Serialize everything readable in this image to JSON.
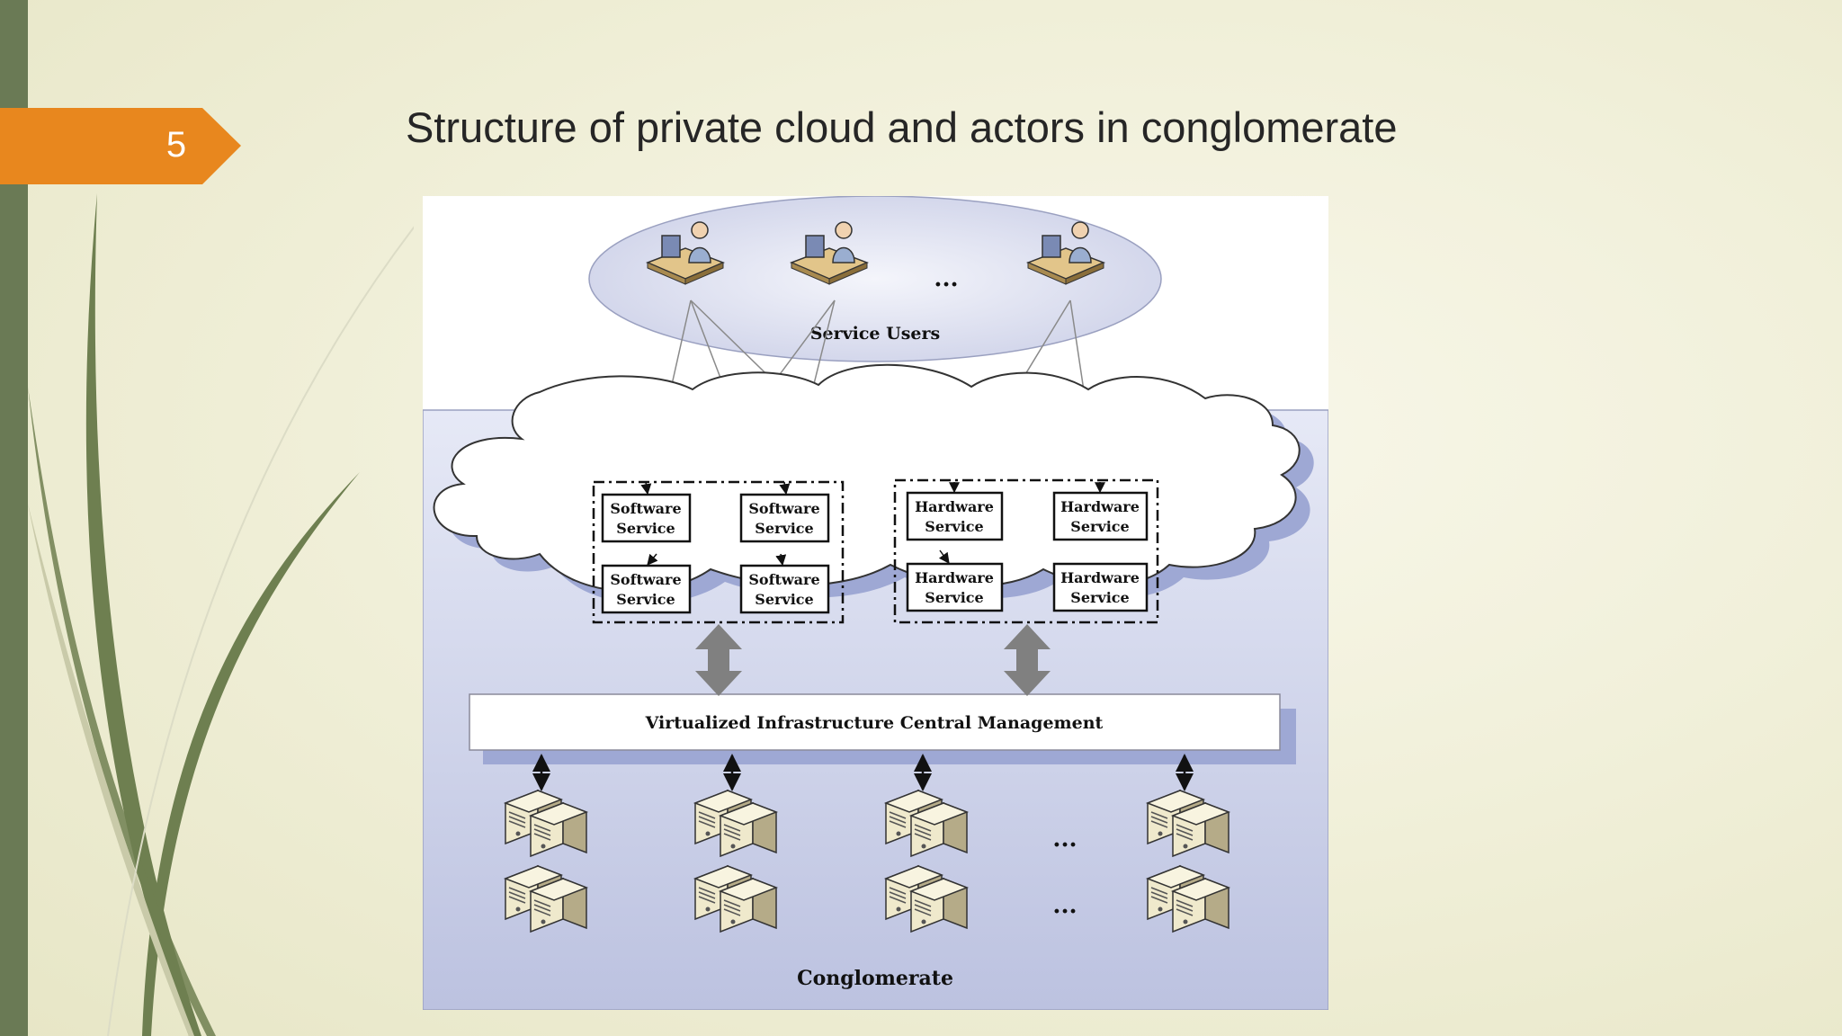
{
  "slide": {
    "number": "5",
    "title": "Structure of private cloud and actors in conglomerate"
  },
  "diagram": {
    "users_label": "Service Users",
    "users_ellipsis": "...",
    "software_services": [
      [
        "Software",
        "Service"
      ],
      [
        "Software",
        "Service"
      ],
      [
        "Software",
        "Service"
      ],
      [
        "Software",
        "Service"
      ]
    ],
    "hardware_services": [
      [
        "Hardware",
        "Service"
      ],
      [
        "Hardware",
        "Service"
      ],
      [
        "Hardware",
        "Service"
      ],
      [
        "Hardware",
        "Service"
      ]
    ],
    "management_label": "Virtualized Infrastructure Central Management",
    "server_ellipsis_top": "...",
    "server_ellipsis_bottom": "...",
    "conglomerate_label": "Conglomerate"
  },
  "colors": {
    "accent": "#e8871e",
    "side_bar": "#6a7a55",
    "diagram_panel": "#c5cbe6",
    "cloud_shadow": "#9ea8d4"
  }
}
